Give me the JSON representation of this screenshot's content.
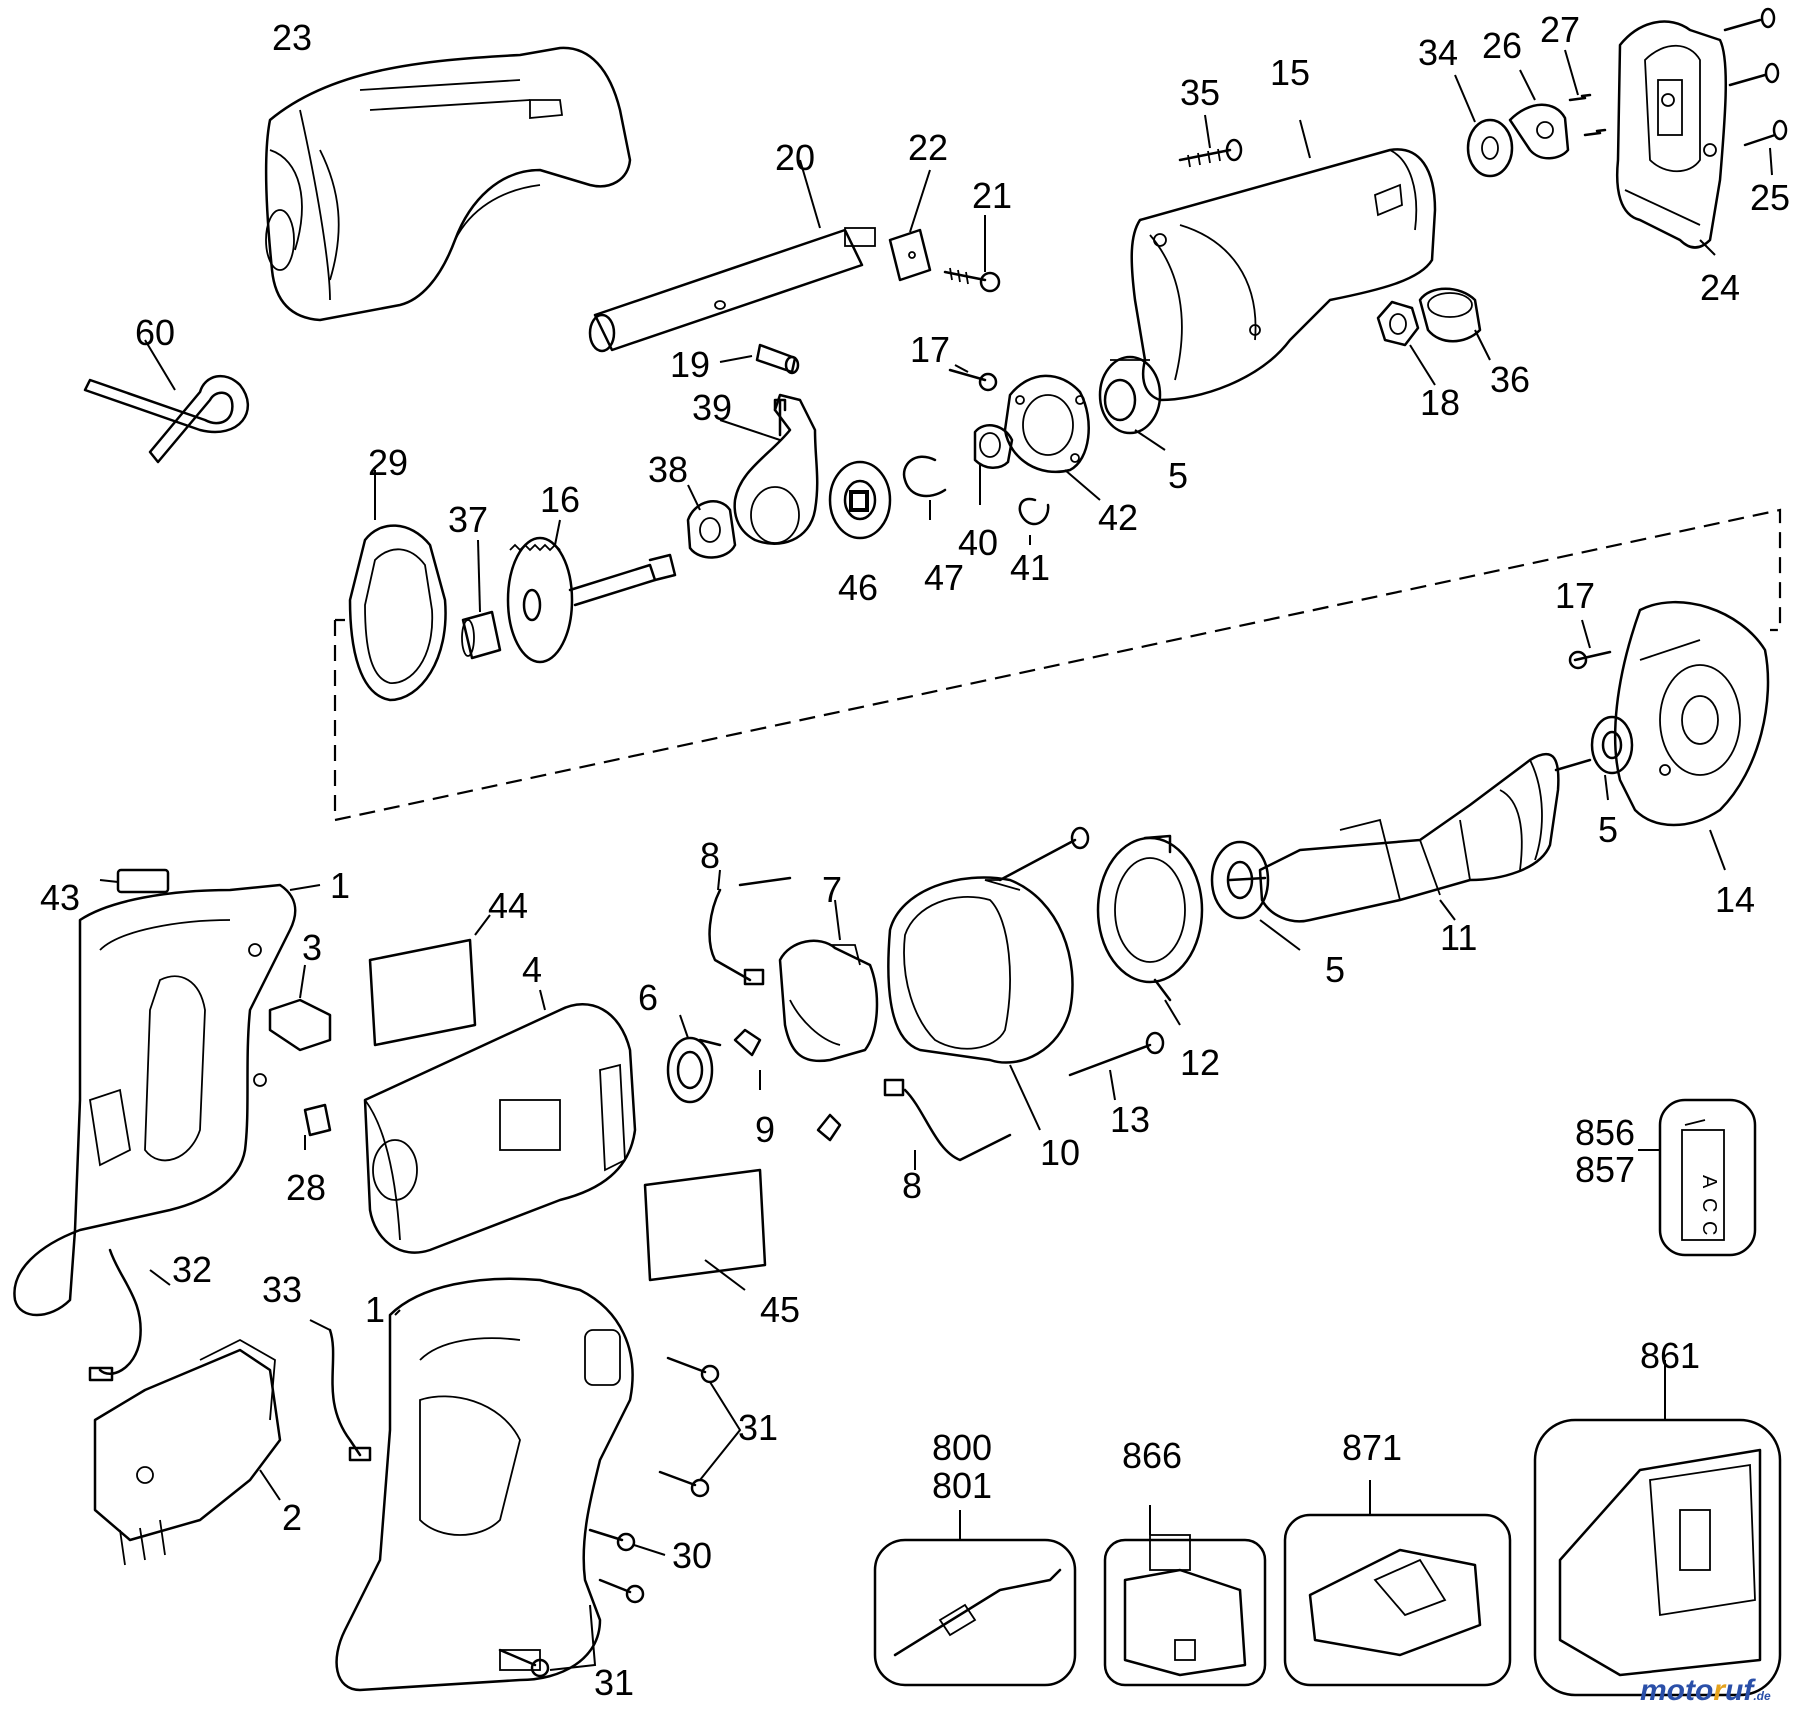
{
  "labels": {
    "p23": "23",
    "p20": "20",
    "p22": "22",
    "p21": "21",
    "p35": "35",
    "p15": "15",
    "p34": "34",
    "p26": "26",
    "p27": "27",
    "p25": "25",
    "p24": "24",
    "p60": "60",
    "p19": "19",
    "p17a": "17",
    "p39": "39",
    "p18": "18",
    "p36": "36",
    "p38": "38",
    "p5a": "5",
    "p42": "42",
    "p29": "29",
    "p37": "37",
    "p16": "16",
    "p40": "40",
    "p41": "41",
    "p46": "46",
    "p47": "47",
    "p17b": "17",
    "p5b": "5",
    "p14": "14",
    "p8a": "8",
    "p7": "7",
    "p11": "11",
    "p43": "43",
    "p1a": "1",
    "p44": "44",
    "p3": "3",
    "p4": "4",
    "p6": "6",
    "p5c": "5",
    "p12": "12",
    "p9": "9",
    "p13": "13",
    "p10": "10",
    "p8b": "8",
    "p28": "28",
    "p32": "32",
    "p856": "856",
    "p857": "857",
    "p33": "33",
    "p1b": "1",
    "p45": "45",
    "p31a": "31",
    "p2": "2",
    "p30": "30",
    "p31b": "31",
    "p861": "861",
    "p800": "800",
    "p801": "801",
    "p866": "866",
    "p871": "871"
  },
  "acc_tag": {
    "l1": "A",
    "l2": "C",
    "l3": "C"
  },
  "watermark": {
    "part1": "moto",
    "part2": "r",
    "part3": "uf",
    "suffix": ".de"
  }
}
